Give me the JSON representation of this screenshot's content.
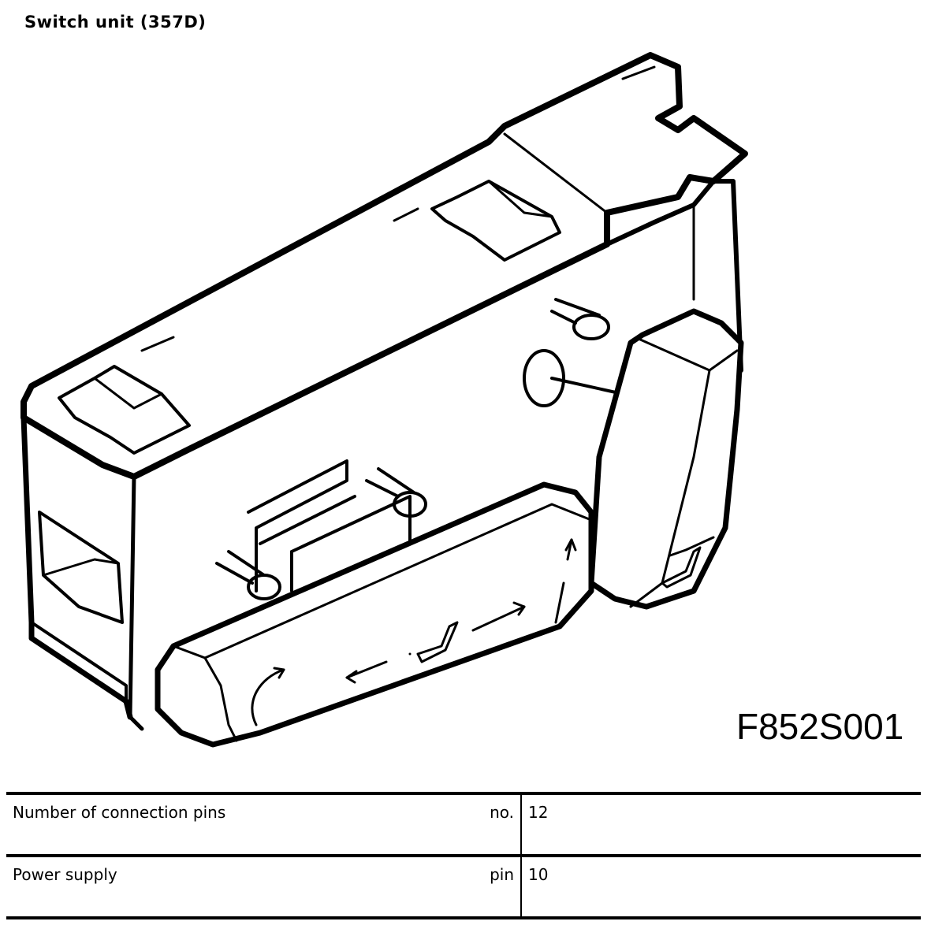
{
  "document": {
    "title": "Switch unit (357D)",
    "drawing_code": "F852S001"
  },
  "illustration": {
    "subject": "seat-switch-unit"
  },
  "specs": [
    {
      "label": "Number of connection pins",
      "unit": "no.",
      "value": "12"
    },
    {
      "label": "Power supply",
      "unit": "pin",
      "value": "10"
    }
  ]
}
